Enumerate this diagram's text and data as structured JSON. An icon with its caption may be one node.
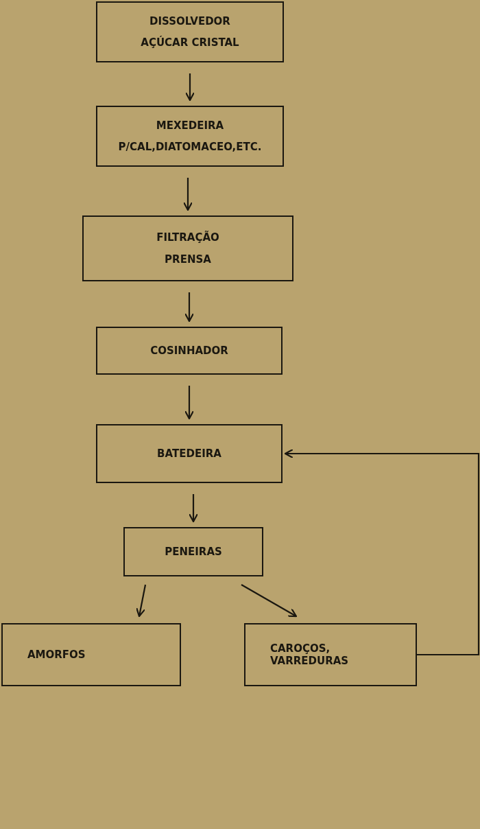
{
  "diagram": {
    "nodes": [
      {
        "text": [
          "DISSOLVEDOR",
          "AÇÚCAR CRISTAL"
        ]
      },
      {
        "text": [
          "MEXEDEIRA",
          "P/CAL,DIATOMACEO,ETC."
        ]
      },
      {
        "text": [
          "FILTRAÇÃO",
          "PRENSA"
        ]
      },
      {
        "text": [
          "COSINHADOR"
        ]
      },
      {
        "text": [
          "BATEDEIRA"
        ]
      },
      {
        "text": [
          "PENEIRAS"
        ]
      },
      {
        "text": [
          "AMORFOS"
        ]
      },
      {
        "text": [
          "CAROÇOS, VARREDURAS"
        ]
      }
    ],
    "edges": [
      {
        "from": 0,
        "to": 1,
        "arrow": "to"
      },
      {
        "from": 1,
        "to": 2,
        "arrow": "to"
      },
      {
        "from": 2,
        "to": 3,
        "arrow": "to"
      },
      {
        "from": 3,
        "to": 4,
        "arrow": "to"
      },
      {
        "from": 4,
        "to": 5,
        "arrow": "to"
      },
      {
        "from": 5,
        "to": 6,
        "arrow": "to"
      },
      {
        "from": 5,
        "to": 7,
        "arrow": "to"
      },
      {
        "from": 7,
        "to": 4,
        "arrow": "to"
      }
    ]
  }
}
